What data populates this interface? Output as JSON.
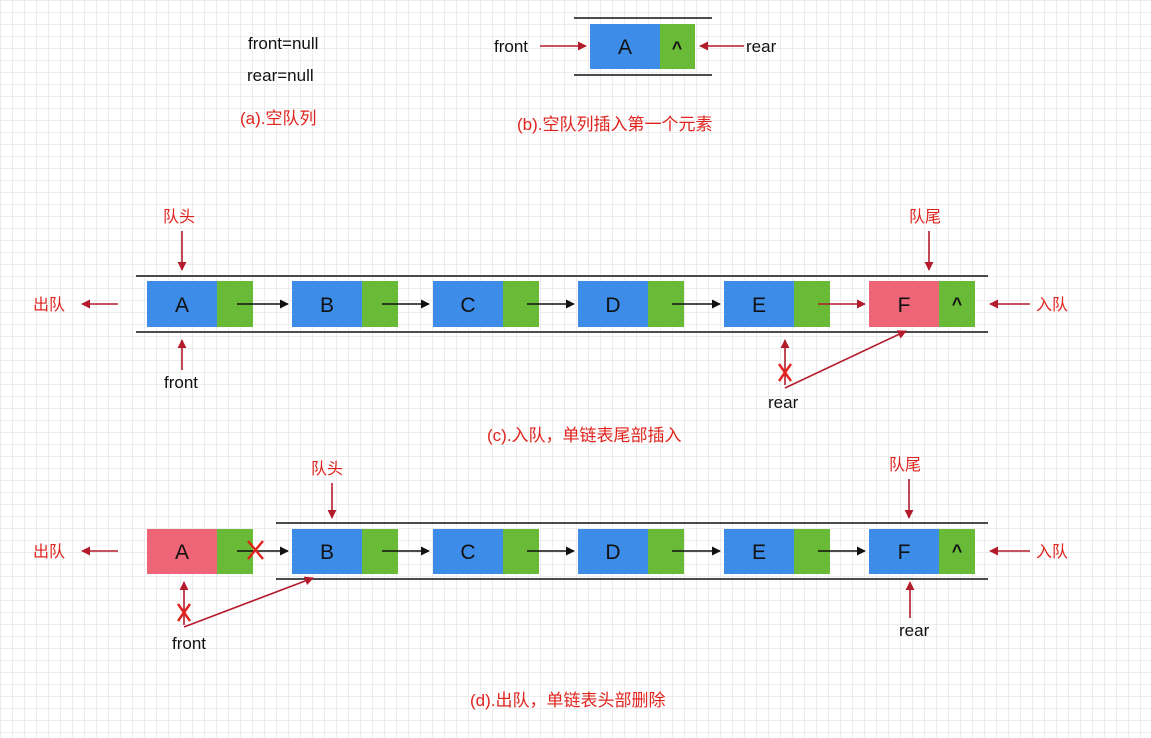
{
  "colors": {
    "data_cell": "#3c8ce8",
    "highlight_cell": "#ee6577",
    "pointer_cell": "#68ba37",
    "caption": "#e0231d",
    "pointer_arrow": "#b31b2b",
    "grid": "#ececec"
  },
  "panel_a": {
    "front_null": "front=null",
    "rear_null": "rear=null",
    "caption": "(a).空队列"
  },
  "panel_b": {
    "front": "front",
    "rear": "rear",
    "node": {
      "value": "A",
      "next": "^"
    },
    "caption": "(b).空队列插入第一个元素"
  },
  "panel_c": {
    "head_label": "队头",
    "tail_label": "队尾",
    "dequeue": "出队",
    "enqueue": "入队",
    "front": "front",
    "rear": "rear",
    "nodes": [
      {
        "value": "A",
        "next": ""
      },
      {
        "value": "B",
        "next": ""
      },
      {
        "value": "C",
        "next": ""
      },
      {
        "value": "D",
        "next": ""
      },
      {
        "value": "E",
        "next": ""
      },
      {
        "value": "F",
        "next": "^",
        "highlight": true
      }
    ],
    "caption": "(c).入队，单链表尾部插入"
  },
  "panel_d": {
    "head_label": "队头",
    "tail_label": "队尾",
    "dequeue": "出队",
    "enqueue": "入队",
    "front": "front",
    "rear": "rear",
    "removed_node": {
      "value": "A",
      "highlight": true
    },
    "nodes": [
      {
        "value": "B",
        "next": ""
      },
      {
        "value": "C",
        "next": ""
      },
      {
        "value": "D",
        "next": ""
      },
      {
        "value": "E",
        "next": ""
      },
      {
        "value": "F",
        "next": "^"
      }
    ],
    "caption": "(d).出队，单链表头部删除"
  }
}
